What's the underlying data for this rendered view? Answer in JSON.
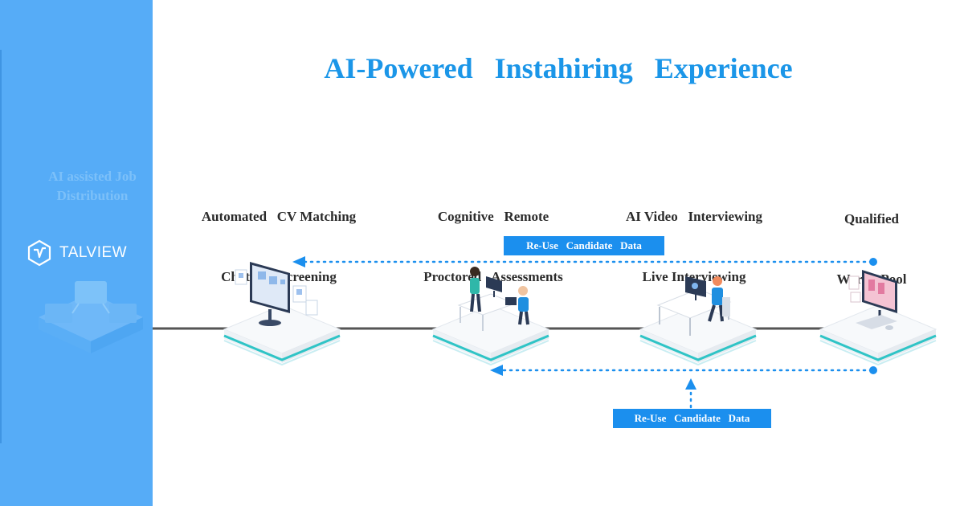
{
  "title": "AI-Powered   Instahiring   Experience",
  "brand": {
    "name": "TALVIEW"
  },
  "colors": {
    "accent": "#1b96e8",
    "sidebar": "#56acf7",
    "badge": "#1b8fee",
    "teal": "#2fc4c6",
    "line": "#555555"
  },
  "stages": [
    {
      "line1": "AI assisted   Job",
      "line2": "Distribution",
      "icon": "laptops-network-icon"
    },
    {
      "line1": "Automated   CV Matching",
      "line2": "Chatbot   Screening",
      "icon": "monitor-profiles-icon"
    },
    {
      "line1": "Cognitive   Remote",
      "line2": "Proctored   Assessments",
      "icon": "assessment-desk-icon"
    },
    {
      "line1": "AI Video   Interviewing",
      "line2": "Live Interviewing",
      "icon": "video-interview-icon"
    },
    {
      "line1": "Qualified",
      "line2": "Warm  Pool",
      "icon": "candidate-pool-icon"
    }
  ],
  "feedback": {
    "top_label": "Re-Use   Candidate   Data",
    "bottom_label": "Re-Use   Candidate   Data"
  }
}
